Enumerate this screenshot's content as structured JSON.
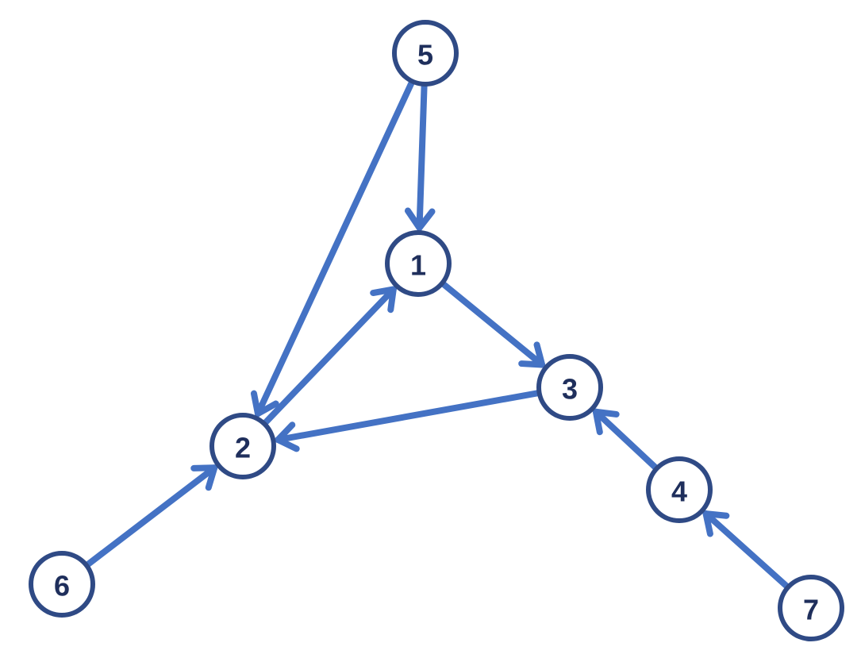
{
  "colors": {
    "edge": "#4472C4",
    "node_border": "#2F4A85",
    "node_fill": "#ffffff",
    "label": "#1F2F5C"
  },
  "nodes": [
    {
      "id": "5",
      "label": "5"
    },
    {
      "id": "1",
      "label": "1"
    },
    {
      "id": "3",
      "label": "3"
    },
    {
      "id": "2",
      "label": "2"
    },
    {
      "id": "4",
      "label": "4"
    },
    {
      "id": "6",
      "label": "6"
    },
    {
      "id": "7",
      "label": "7"
    }
  ],
  "edges": [
    {
      "from": "5",
      "to": "1"
    },
    {
      "from": "5",
      "to": "2"
    },
    {
      "from": "1",
      "to": "3"
    },
    {
      "from": "2",
      "to": "1"
    },
    {
      "from": "3",
      "to": "2"
    },
    {
      "from": "4",
      "to": "3"
    },
    {
      "from": "6",
      "to": "2"
    },
    {
      "from": "7",
      "to": "4"
    }
  ]
}
